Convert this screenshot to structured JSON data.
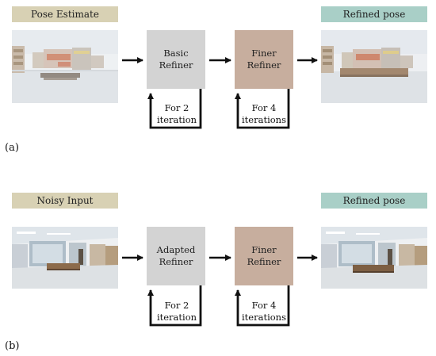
{
  "colors": {
    "input_tag": "#d8d1b4",
    "refined_tag": "#a9cfc7",
    "refiner_light": "#d3d3d3",
    "refiner_finer": "#c7ae9e",
    "line": "#111111"
  },
  "panel_a": {
    "label": "(a)",
    "input_tag": "Pose Estimate",
    "refiner1": [
      "Basic",
      "Refiner"
    ],
    "refiner2": [
      "Finer",
      "Refiner"
    ],
    "loop1": [
      "For 2",
      "iteration"
    ],
    "loop2": [
      "For 4",
      "iterations"
    ],
    "output_tag": "Refined pose"
  },
  "panel_b": {
    "label": "(b)",
    "input_tag": "Noisy Input",
    "refiner1": [
      "Adapted",
      "Refiner"
    ],
    "refiner2": [
      "Finer",
      "Refiner"
    ],
    "loop1": [
      "For 2",
      "iteration"
    ],
    "loop2": [
      "For 4",
      "iterations"
    ],
    "output_tag": "Refined pose"
  }
}
